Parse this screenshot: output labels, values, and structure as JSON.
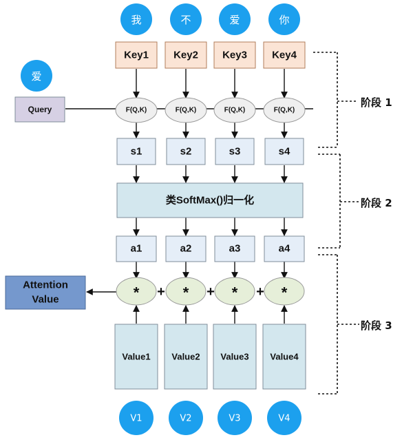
{
  "top_words": [
    "我",
    "不",
    "爱",
    "你"
  ],
  "query_word": "爱",
  "keys": [
    "Key1",
    "Key2",
    "Key3",
    "Key4"
  ],
  "query_label": "Query",
  "f_label": "F(Q,K)",
  "scores": [
    "s1",
    "s2",
    "s3",
    "s4"
  ],
  "softmax_label": "类SoftMax()归一化",
  "weights": [
    "a1",
    "a2",
    "a3",
    "a4"
  ],
  "multiply_symbol": "*",
  "plus_symbol": "+",
  "attention_value": [
    "Attention",
    "Value"
  ],
  "values": [
    "Value1",
    "Value2",
    "Value3",
    "Value4"
  ],
  "bottom_words": [
    "V1",
    "V2",
    "V3",
    "V4"
  ],
  "stages": [
    "阶段 1",
    "阶段 2",
    "阶段 3"
  ],
  "colors": {
    "word_circle": "#1ca0ee",
    "key_fill": "#fbe4d5",
    "key_stroke": "#b07c5a",
    "query_fill": "#d6d0e4",
    "f_fill": "#efefef",
    "score_fill": "#e5eef8",
    "softmax_fill": "#d3e7ee",
    "mult_fill": "#e6efd9",
    "value_fill": "#d3e7ee",
    "attention_fill": "#7598cd",
    "box_stroke": "#7f8c99"
  }
}
